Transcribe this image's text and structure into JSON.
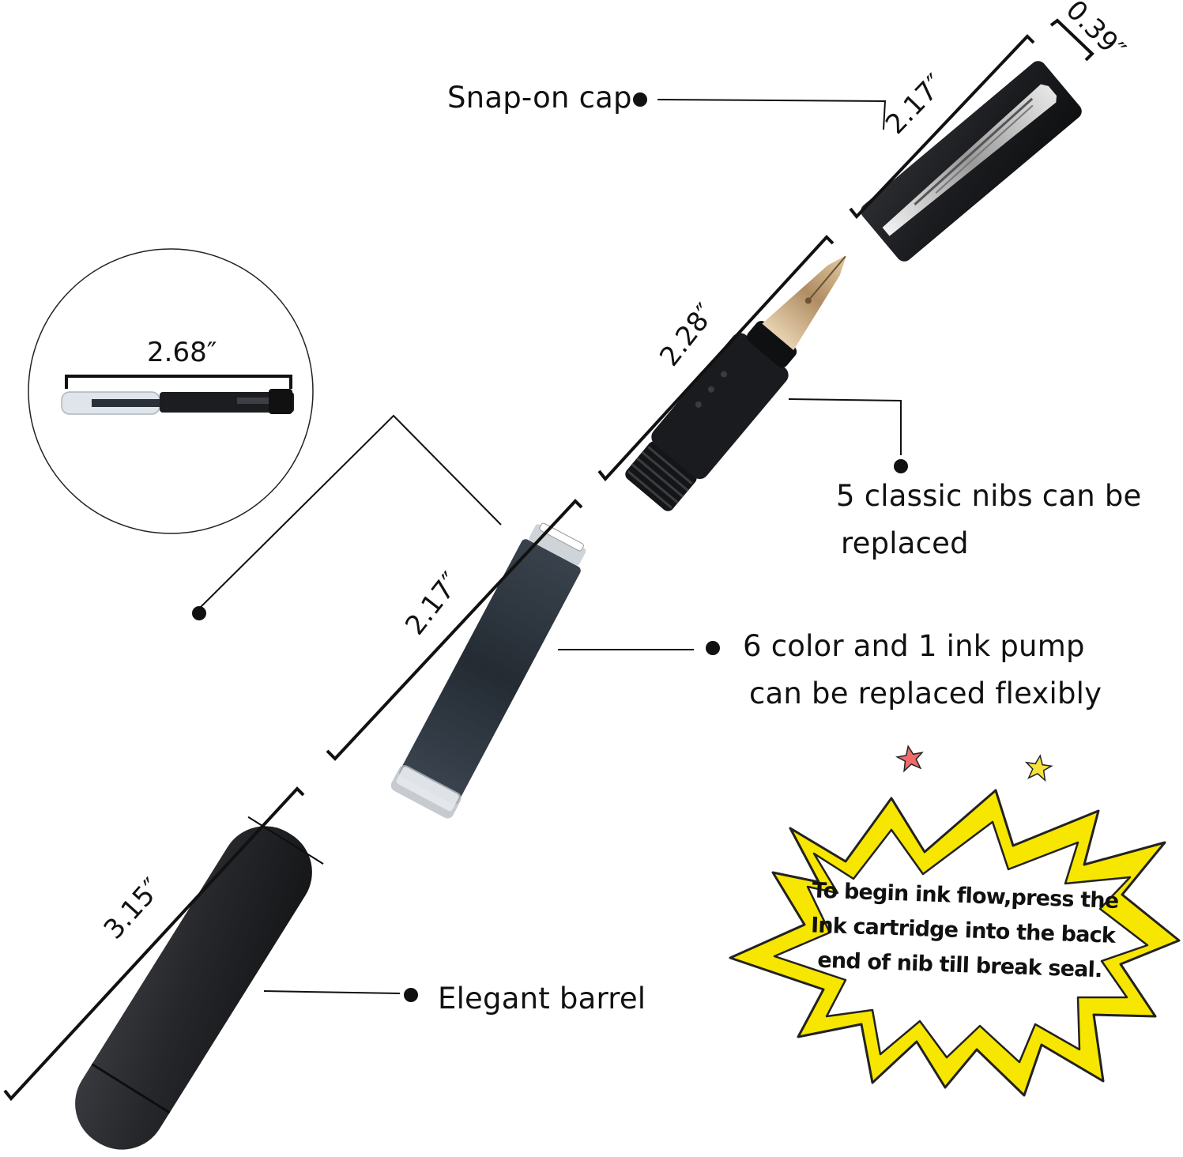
{
  "labels": {
    "cap": "Snap-on cap",
    "nib_line1": "5 classic nibs can be",
    "nib_line2": "replaced",
    "ink_line1": "6 color  and 1 ink  pump",
    "ink_line2": "can be replaced flexibly",
    "barrel": "Elegant barrel"
  },
  "dimensions": {
    "cap_width": "0.39″",
    "cap_length": "2.17″",
    "nib_length": "2.28″",
    "converter_length": "2.68″",
    "cartridge_length": "2.17″",
    "barrel_length": "3.15″"
  },
  "callout": {
    "line1": "To begin ink flow,press the",
    "line2": "Ink cartridge into the back",
    "line3": "end of nib till break seal."
  },
  "colors": {
    "pen_body": "#1e1f22",
    "cartridge": "#2a3038",
    "burst_yellow": "#f7e600",
    "star_red": "#f06a6a",
    "star_yellow": "#f5e23a",
    "nib_gold": "#c9a878"
  }
}
